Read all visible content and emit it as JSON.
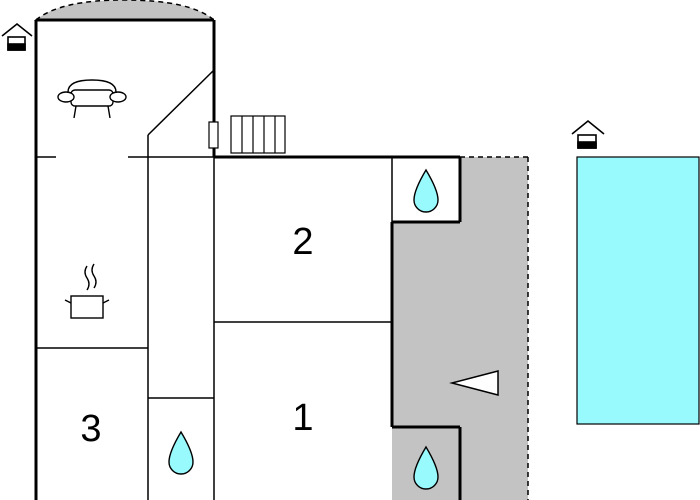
{
  "rooms": [
    {
      "label": "2"
    },
    {
      "label": "1"
    },
    {
      "label": "3"
    }
  ],
  "icons": {
    "entrance": "house-entrance-icon",
    "pool_entrance": "house-entrance-icon",
    "sofa": "sofa-icon",
    "cooking_pot": "cooking-pot-icon",
    "water_drop": "water-drop-icon",
    "stairs": "stairs-icon",
    "direction_arrow": "arrow-left-icon"
  },
  "colors": {
    "wall": "#000000",
    "terrace": "#c3c3c3",
    "pool": "#99fafe",
    "water_drop": "#99fafe",
    "background": "#ffffff"
  }
}
